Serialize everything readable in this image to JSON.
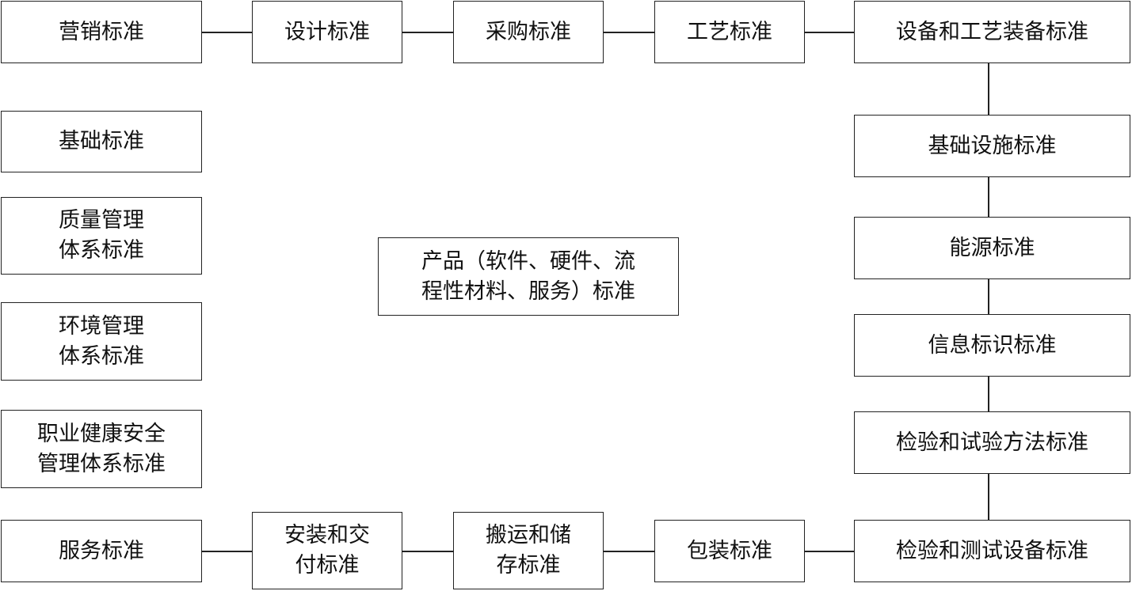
{
  "top_row": [
    "营销标准",
    "设计标准",
    "采购标准",
    "工艺标准",
    "设备和工艺装备标准"
  ],
  "right_column": [
    "基础设施标准",
    "能源标准",
    "信息标识标准",
    "检验和试验方法标准",
    "检验和测试设备标准"
  ],
  "left_column": [
    "基础标准",
    "质量管理\n体系标准",
    "环境管理\n体系标准",
    "职业健康安全\n管理体系标准",
    "服务标准"
  ],
  "bottom_row": [
    "安装和交\n付标准",
    "搬运和储\n存标准",
    "包装标准"
  ],
  "center": "产品（软件、硬件、流\n程性材料、服务）标准"
}
